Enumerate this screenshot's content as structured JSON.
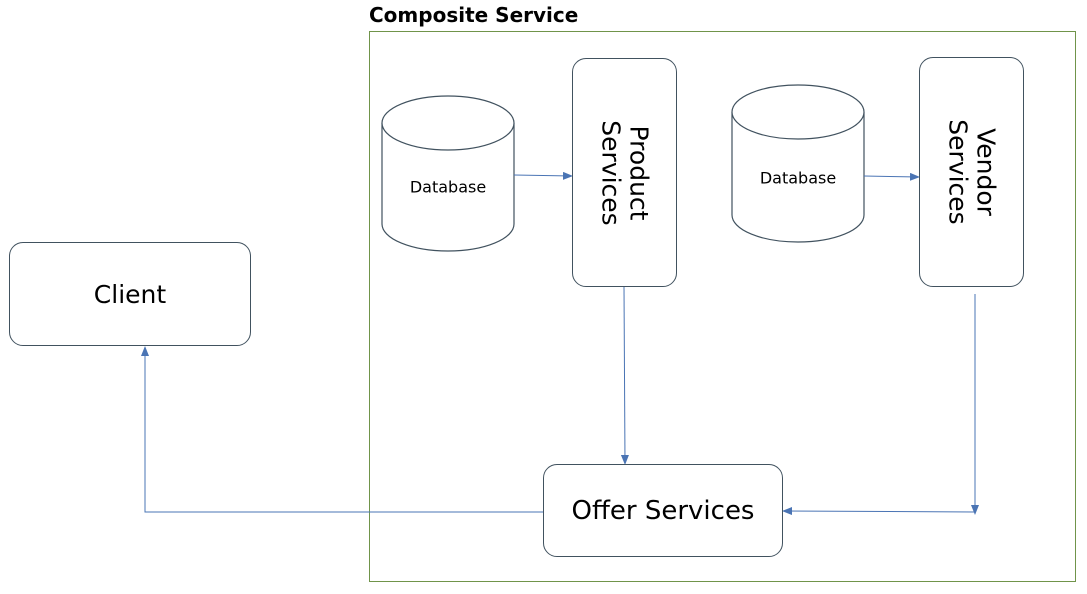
{
  "diagram": {
    "group": {
      "title": "Composite Service",
      "border_color": "#70944a"
    },
    "nodes": {
      "client": {
        "label": "Client"
      },
      "product": {
        "label_line1": "Product",
        "label_line2": "Services"
      },
      "vendor": {
        "label_line1": "Vendor",
        "label_line2": "Services"
      },
      "offer": {
        "label": "Offer Services"
      },
      "db_product": {
        "label": "Database"
      },
      "db_vendor": {
        "label": "Database"
      }
    },
    "edges": [
      {
        "from": "db_product",
        "to": "product"
      },
      {
        "from": "db_vendor",
        "to": "vendor"
      },
      {
        "from": "product",
        "to": "offer"
      },
      {
        "from": "vendor",
        "to": "offer"
      },
      {
        "from": "offer",
        "to": "client"
      }
    ],
    "colors": {
      "connector": "#4a74b4",
      "node_border": "#41525f"
    }
  }
}
